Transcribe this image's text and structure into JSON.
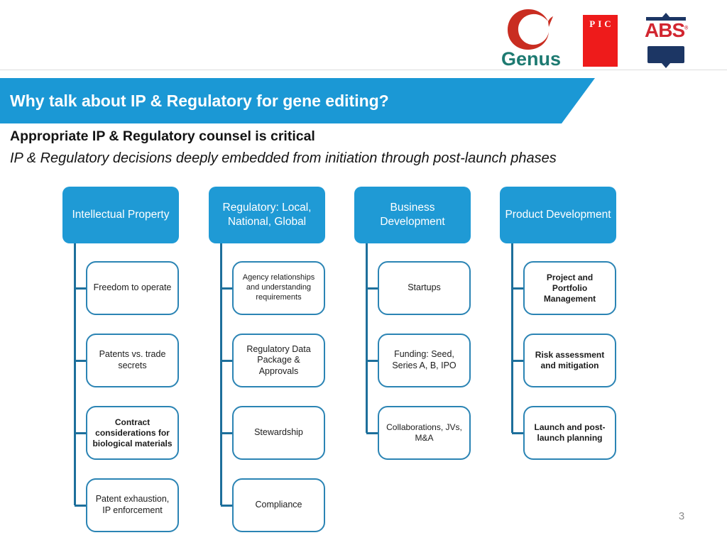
{
  "header": {
    "title": "Why talk about IP & Regulatory for gene editing?",
    "subtitle_bold": "Appropriate IP & Regulatory counsel is critical",
    "subtitle_italic": "IP & Regulatory decisions deeply embedded from initiation through post-launch phases"
  },
  "logos": {
    "genus_label": "Genus",
    "pic_label": "PIC",
    "abs_label": "ABS",
    "abs_registered": "®"
  },
  "footer": {
    "page_number": "3"
  },
  "colors": {
    "banner_blue": "#1b98d5",
    "header_box_blue": "#1f9ad5",
    "node_border_blue": "#2b84b4",
    "connector_blue": "#1d6f9b",
    "genus_teal": "#1d7a71",
    "genus_red": "#c92d21",
    "pic_red": "#ee1b1b",
    "abs_red": "#d22630",
    "abs_navy": "#1c3664",
    "body_text": "#141414",
    "page_number_gray": "#8c8c8c"
  },
  "diagram": {
    "columns": [
      {
        "header": "Intellectual Property",
        "items": [
          {
            "label": "Freedom to operate"
          },
          {
            "label": "Patents vs. trade secrets"
          },
          {
            "label": "Contract considerations for biological materials"
          },
          {
            "label": "Patent exhaustion, IP enforcement"
          }
        ]
      },
      {
        "header": "Regulatory: Local, National, Global",
        "items": [
          {
            "label": "Agency relationships and understanding requirements"
          },
          {
            "label": "Regulatory Data Package & Approvals"
          },
          {
            "label": "Stewardship"
          },
          {
            "label": "Compliance"
          }
        ]
      },
      {
        "header": "Business Development",
        "items": [
          {
            "label": "Startups"
          },
          {
            "label": "Funding: Seed, Series A, B, IPO"
          },
          {
            "label": "Collaborations, JVs, M&A"
          }
        ]
      },
      {
        "header": "Product Development",
        "items": [
          {
            "label": "Project and Portfolio Management"
          },
          {
            "label": "Risk assessment and mitigation"
          },
          {
            "label": "Launch and post-launch planning"
          }
        ]
      }
    ]
  }
}
